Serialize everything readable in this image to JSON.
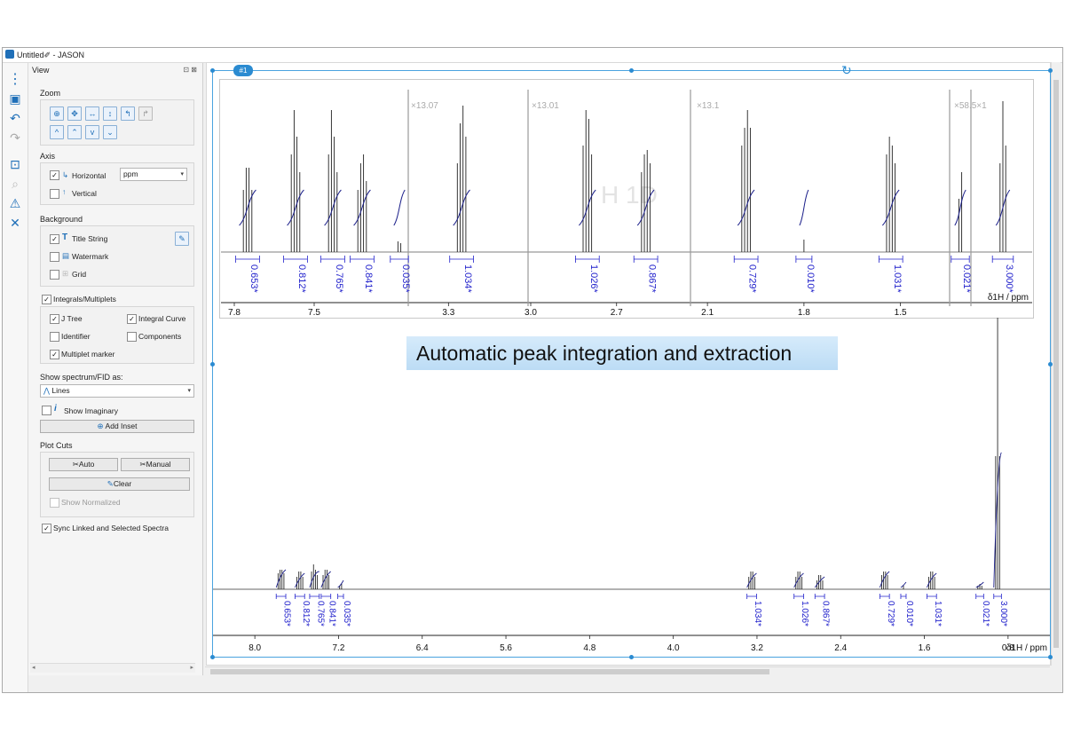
{
  "window": {
    "title": "Untitled✐ - JASON"
  },
  "panel": {
    "title": "View",
    "zoom": {
      "label": "Zoom"
    },
    "axis": {
      "label": "Axis",
      "horizontal": "Horizontal",
      "horizontal_checked": true,
      "unit_value": "ppm",
      "vertical": "Vertical",
      "vertical_checked": false
    },
    "background": {
      "label": "Background",
      "title_string": "Title String",
      "watermark": "Watermark",
      "grid": "Grid",
      "title_checked": true,
      "watermark_checked": false,
      "grid_checked": false
    },
    "integrals": {
      "label": "Integrals/Multiplets",
      "checked": true,
      "j_tree": "J Tree",
      "integral_curve": "Integral Curve",
      "identifier": "Identifier",
      "components": "Components",
      "multiplet_marker": "Multiplet marker"
    },
    "show_as": {
      "label": "Show spectrum/FID as:",
      "value": "Lines",
      "show_imaginary": "Show Imaginary",
      "add_inset": "Add Inset"
    },
    "plot_cuts": {
      "label": "Plot Cuts",
      "auto": "Auto",
      "manual": "Manual",
      "clear": "Clear",
      "show_normalized": "Show Normalized"
    },
    "sync": "Sync Linked and Selected Spectra"
  },
  "canvas": {
    "tag": "#1",
    "callout": "Automatic peak integration and extraction",
    "watermark_text": "H 1D",
    "inset": {
      "scale_labels": [
        "×13.07",
        "×13.01",
        "×13.1",
        "×58.5×1"
      ],
      "axis_ticks": [
        "7.8",
        "7.5",
        "3.3",
        "3.0",
        "2.7",
        "2.1",
        "1.8",
        "1.5"
      ],
      "axis_label": "δ1H / ppm",
      "integrals": [
        "0.653*",
        "0.812*",
        "0.765*",
        "0.841*",
        "0.035*",
        "1.034*",
        "1.026*",
        "0.867*",
        "0.729*",
        "0.010*",
        "1.031*",
        "0.021*",
        "3.000*"
      ]
    },
    "main": {
      "axis_ticks": [
        "8.0",
        "7.2",
        "6.4",
        "5.6",
        "4.8",
        "4.0",
        "3.2",
        "2.4",
        "1.6",
        "0.8"
      ],
      "axis_label": "δ1H / ppm",
      "integrals": [
        "0.653*",
        "0.812*",
        "0.765*",
        "0.841*",
        "0.035*",
        "1.034*",
        "1.026*",
        "0.867*",
        "0.729*",
        "0.010*",
        "1.031*",
        "0.021*",
        "3.000*"
      ]
    }
  },
  "chart_data": {
    "type": "line",
    "title": "",
    "xlabel": "δ1H / ppm",
    "ylabel": "",
    "xlim": [
      8.4,
      0.4
    ],
    "x_ticks": [
      8.0,
      7.2,
      6.4,
      5.6,
      4.8,
      4.0,
      3.2,
      2.4,
      1.6,
      0.8
    ],
    "peaks": [
      {
        "ppm": 7.75,
        "integral": "0.653*"
      },
      {
        "ppm": 7.57,
        "integral": "0.812*"
      },
      {
        "ppm": 7.43,
        "integral": "0.765*"
      },
      {
        "ppm": 7.32,
        "integral": "0.841*"
      },
      {
        "ppm": 7.18,
        "integral": "0.035*"
      },
      {
        "ppm": 3.25,
        "integral": "1.034*"
      },
      {
        "ppm": 2.8,
        "integral": "1.026*"
      },
      {
        "ppm": 2.6,
        "integral": "0.867*"
      },
      {
        "ppm": 1.98,
        "integral": "0.729*"
      },
      {
        "ppm": 1.8,
        "integral": "0.010*"
      },
      {
        "ppm": 1.53,
        "integral": "1.031*"
      },
      {
        "ppm": 1.07,
        "integral": "0.021*"
      },
      {
        "ppm": 0.9,
        "integral": "3.000*"
      }
    ]
  }
}
